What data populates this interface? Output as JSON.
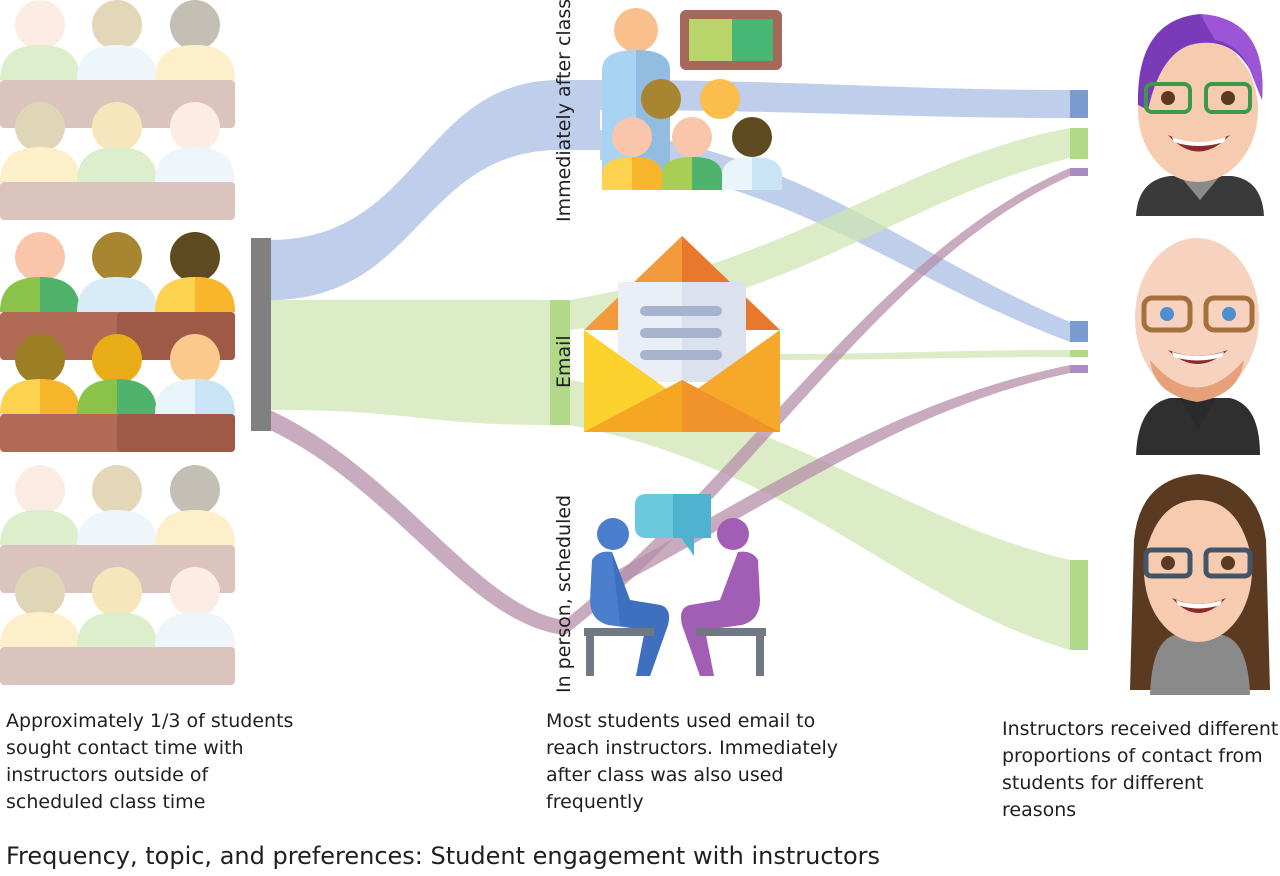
{
  "title": "Frequency, topic, and preferences: Student engagement with instructors",
  "channels": {
    "after_class": "Immediately after class",
    "email": "Email",
    "in_person": "In person, scheduled"
  },
  "captions": {
    "students": "Approximately 1/3 of students sought contact time with instructors outside of scheduled class time",
    "channels": "Most students used email to reach instructors. Immediately after class was also used frequently",
    "instructors": "Instructors received different proportions of contact from students for different reasons"
  },
  "colors": {
    "after_class": "#a9bde3",
    "email": "#cfe5b3",
    "in_person": "#b68fa8",
    "source_node": "#808080",
    "after_class_node": "#7b9bd0",
    "email_node": "#b2d88a",
    "in_person_node": "#a98bc6"
  },
  "icons": {
    "students": "classroom-students-icon",
    "after_class": "teacher-at-board-icon",
    "email": "open-envelope-icon",
    "in_person": "meeting-conversation-icon",
    "instructor_1": "purple-hair-woman-avatar",
    "instructor_2": "bald-man-avatar",
    "instructor_3": "long-hair-woman-avatar"
  }
}
